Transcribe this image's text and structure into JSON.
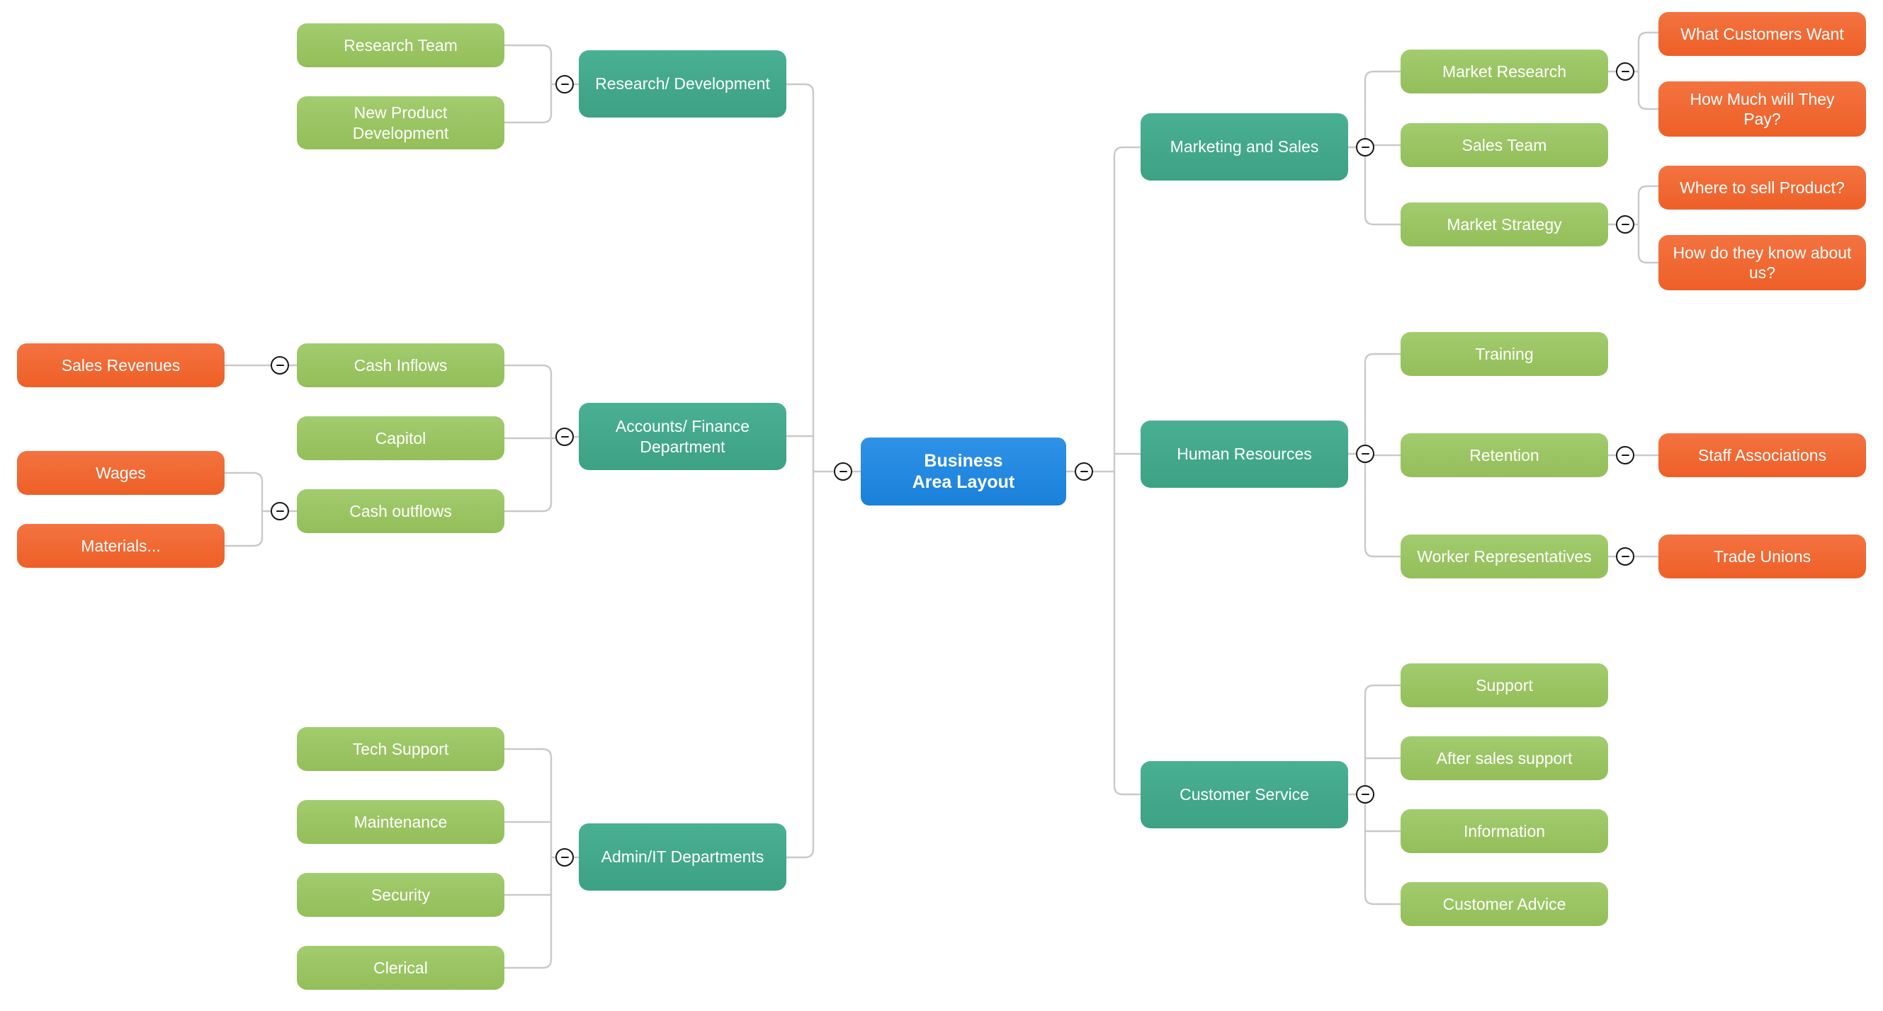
{
  "colors": {
    "root_blue": "#2288e0",
    "branch_teal": "#43a98c",
    "leaf_green": "#9bc663",
    "subleaf_orange": "#f1672f",
    "connector_gray": "#c9c9c9",
    "collapse_stroke": "#161616",
    "node_text": "#ffffff"
  },
  "icons": {
    "collapse": "minus"
  },
  "nodes": {
    "root": "Business\nArea Layout",
    "research_development": "Research/ Development",
    "accounts_finance": "Accounts/ Finance\nDepartment",
    "admin_it": "Admin/IT Departments",
    "research_team": "Research Team",
    "new_product_development": "New Product\nDevelopment",
    "cash_inflows": "Cash Inflows",
    "capitol": "Capitol",
    "cash_outflows": "Cash outflows",
    "tech_support": "Tech Support",
    "maintenance": "Maintenance",
    "security": "Security",
    "clerical": "Clerical",
    "sales_revenues": "Sales Revenues",
    "wages": "Wages",
    "materials": "Materials...",
    "marketing_sales": "Marketing and Sales",
    "human_resources": "Human Resources",
    "customer_service": "Customer Service",
    "market_research": "Market Research",
    "sales_team": "Sales Team",
    "market_strategy": "Market Strategy",
    "training": "Training",
    "retention": "Retention",
    "worker_representatives": "Worker Representatives",
    "support": "Support",
    "after_sales_support": "After sales support",
    "information": "Information",
    "customer_advice": "Customer Advice",
    "what_customers_want": "What Customers Want",
    "how_much_pay": "How Much will They\nPay?",
    "where_to_sell": "Where to sell Product?",
    "how_know": "How do they know about\nus?",
    "staff_associations": "Staff Associations",
    "trade_unions": "Trade Unions"
  },
  "hierarchy": {
    "root": "Business Area Layout",
    "left": [
      {
        "branch": "Research/ Development",
        "children": [
          {
            "label": "Research Team"
          },
          {
            "label": "New Product Development"
          }
        ]
      },
      {
        "branch": "Accounts/ Finance Department",
        "children": [
          {
            "label": "Cash Inflows",
            "children": [
              "Sales Revenues"
            ]
          },
          {
            "label": "Capitol"
          },
          {
            "label": "Cash outflows",
            "children": [
              "Wages",
              "Materials..."
            ]
          }
        ]
      },
      {
        "branch": "Admin/IT Departments",
        "children": [
          {
            "label": "Tech Support"
          },
          {
            "label": "Maintenance"
          },
          {
            "label": "Security"
          },
          {
            "label": "Clerical"
          }
        ]
      }
    ],
    "right": [
      {
        "branch": "Marketing and Sales",
        "children": [
          {
            "label": "Market Research",
            "children": [
              "What Customers Want",
              "How Much will They Pay?"
            ]
          },
          {
            "label": "Sales Team"
          },
          {
            "label": "Market Strategy",
            "children": [
              "Where to sell Product?",
              "How do they know about us?"
            ]
          }
        ]
      },
      {
        "branch": "Human Resources",
        "children": [
          {
            "label": "Training"
          },
          {
            "label": "Retention",
            "children": [
              "Staff Associations"
            ]
          },
          {
            "label": "Worker Representatives",
            "children": [
              "Trade Unions"
            ]
          }
        ]
      },
      {
        "branch": "Customer Service",
        "children": [
          {
            "label": "Support"
          },
          {
            "label": "After sales support"
          },
          {
            "label": "Information"
          },
          {
            "label": "Customer Advice"
          }
        ]
      }
    ]
  }
}
